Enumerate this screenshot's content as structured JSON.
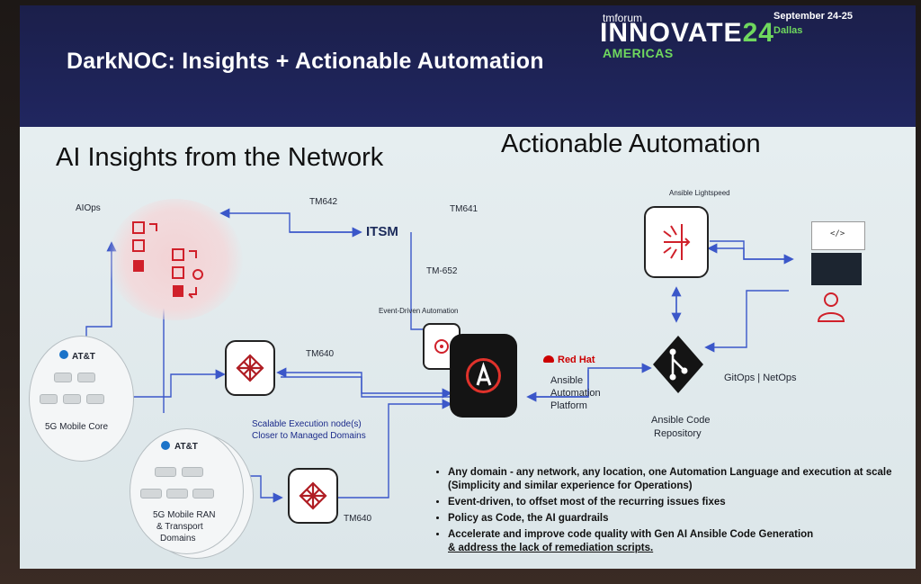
{
  "header": {
    "title": "DarkNOC: Insights + Actionable Automation",
    "logo_small": "tmforum",
    "logo_main": "INNOVATE",
    "logo_num": "24",
    "logo_sub": "AMERICAS",
    "date": "September 24-25",
    "city": "Dallas"
  },
  "left": {
    "heading": "AI Insights from the Network",
    "aiops": "AIOps",
    "att_core": "AT&T",
    "core_label": "5G Mobile Core",
    "att_ran": "AT&T",
    "ran_label_1": "5G Mobile RAN",
    "ran_label_2": "& Transport",
    "ran_label_3": "Domains",
    "exec_label_1": "Scalable Execution node(s)",
    "exec_label_2": "Closer to Managed Domains"
  },
  "center": {
    "tm642": "TM642",
    "tm641": "TM641",
    "itsm": "ITSM",
    "tm652": "TM-652",
    "tm640_a": "TM640",
    "tm640_b": "TM640",
    "eda": "Event-Driven Automation"
  },
  "right": {
    "heading": "Actionable Automation",
    "lightspeed": "Ansible Lightspeed",
    "redhat": "Red Hat",
    "aap_1": "Ansible",
    "aap_2": "Automation",
    "aap_3": "Platform",
    "gitops": "GitOps | NetOps",
    "repo_1": "Ansible Code",
    "repo_2": "Repository",
    "code_tag": "</>"
  },
  "bullets": [
    "Any domain - any network, any location, one Automation Language and execution at scale (Simplicity and similar experience for Operations)",
    "Event-driven, to offset most of the recurring issues fixes",
    "Policy as Code, the AI guardrails",
    "Accelerate and improve code quality with Gen AI Ansible Code Generation"
  ],
  "bullet_last_line": "& address the lack of remediation scripts.",
  "colors": {
    "header_bg": "#202660",
    "accent_green": "#6fd85e",
    "arrow_blue": "#3b57c9",
    "alert_red": "#d0202a"
  }
}
